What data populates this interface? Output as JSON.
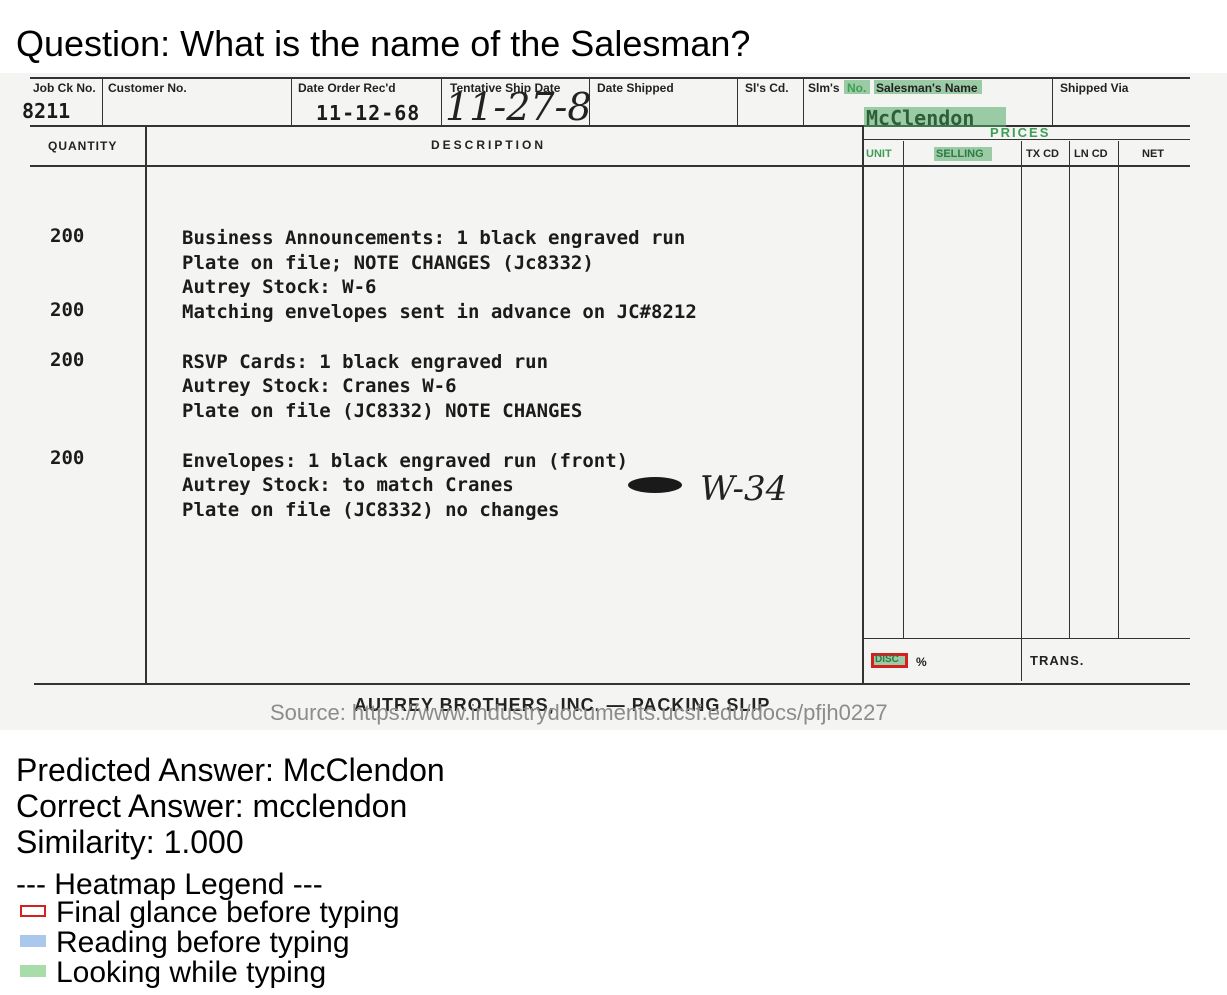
{
  "question": "Question: What is the name of the Salesman?",
  "form": {
    "headers": {
      "job_ck_no": "Job Ck No.",
      "customer_no": "Customer No.",
      "date_order_recd": "Date Order Rec'd",
      "tentative_ship_date": "Tentative Ship Date",
      "date_shipped": "Date Shipped",
      "sls_cd": "Sl's Cd.",
      "slms_no_a": "Slm's",
      "slms_no_b": "No.",
      "salesmans_name": "Salesman's Name",
      "shipped_via": "Shipped Via"
    },
    "values": {
      "job_ck_no": "8211",
      "date_order_recd": "11-12-68",
      "tentative_ship_date": "11-27-8",
      "salesman_name": "McClendon"
    },
    "columns": {
      "quantity": "QUANTITY",
      "description": "DESCRIPTION",
      "prices": "PRICES",
      "unit": "UNIT",
      "selling": "SELLING",
      "tx_cd": "TX CD",
      "ln_cd": "LN CD",
      "net": "NET"
    },
    "items": [
      {
        "qty": "200",
        "lines": [
          "Business Announcements:  1 black engraved run",
          "Plate on file;  NOTE CHANGES (Jc8332)",
          "Autrey Stock:  W-6"
        ]
      },
      {
        "qty": "200",
        "lines": [
          "Matching envelopes sent in advance on JC#8212"
        ]
      },
      {
        "qty": "200",
        "lines": [
          "RSVP Cards:  1 black engraved run",
          "Autrey Stock:  Cranes W-6",
          "Plate on file (JC8332)  NOTE CHANGES"
        ]
      },
      {
        "qty": "200",
        "lines": [
          "Envelopes:  1 black engraved run (front)",
          "Autrey Stock:  to match Cranes",
          "Plate on file (JC8332) no changes"
        ]
      }
    ],
    "handwritten_note": "W-34",
    "footer": {
      "disc": "DISC",
      "percent": "%",
      "trans": "TRANS.",
      "company": "AUTREY BROTHERS, INC. — PACKING SLIP"
    }
  },
  "source": "Source: https://www.industrydocuments.ucsf.edu/docs/pfjh0227",
  "predicted_answer": "Predicted Answer: McClendon",
  "correct_answer": "Correct Answer: mcclendon",
  "similarity": "Similarity: 1.000",
  "legend": {
    "title": "--- Heatmap Legend ---",
    "items": [
      {
        "label": "Final glance before typing",
        "color": "#d61f1f"
      },
      {
        "label": "Reading before typing",
        "color": "#a9c8ec"
      },
      {
        "label": "Looking while typing",
        "color": "#a8dca8"
      }
    ]
  }
}
